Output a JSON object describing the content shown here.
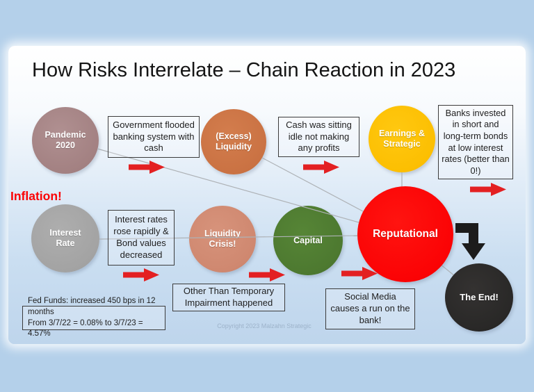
{
  "title": "How Risks Interrelate – Chain Reaction in 2023",
  "inflation_label": "Inflation!",
  "copyright": "Copyright 2023 Malzahn Strategic",
  "circles": {
    "pandemic": {
      "label": "Pandemic 2020",
      "color": "#a38182"
    },
    "excess_liquidity": {
      "label": "(Excess) Liquidity",
      "color": "#ca7243"
    },
    "earnings": {
      "label": "Earnings & Strategic",
      "color": "#fcbf02"
    },
    "interest_rate": {
      "label": "Interest Rate",
      "color": "#a3a3a3"
    },
    "liquidity_crisis": {
      "label": "Liquidity Crisis!",
      "color": "#cf8870"
    },
    "capital": {
      "label": "Capital",
      "color": "#4d7930"
    },
    "reputational": {
      "label": "Reputational",
      "color": "#fb0305"
    },
    "the_end": {
      "label": "The End!",
      "color": "#292827"
    }
  },
  "boxes": {
    "government": "Government flooded banking system with cash",
    "cash_idle": "Cash was sitting idle not making any profits",
    "banks_invested": "Banks invested in short and long-term bonds at low interest rates (better than 0!)",
    "rates_rose": "Interest rates rose rapidly & Bond values decreased",
    "impairment": "Other Than Temporary Impairment happened",
    "social_media": "Social Media causes a run on the bank!",
    "fed_funds": "Fed Funds: increased 450 bps in 12 months\nFrom 3/7/22 = 0.08% to 3/7/23 = 4.57%"
  },
  "colors": {
    "arrow_red": "#e32022",
    "arrow_black": "#1c1c1c",
    "connector_gray": "#aeb2b6",
    "inflation_red": "#fb0205",
    "frame_blue": "#b4d0ea"
  }
}
